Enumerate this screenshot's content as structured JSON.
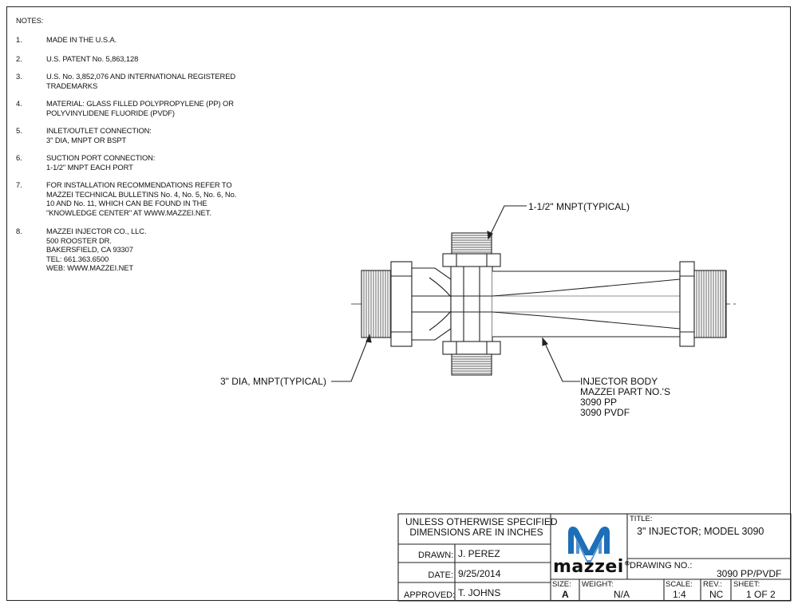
{
  "notes": {
    "title": "NOTES:",
    "items": [
      {
        "num": "1.",
        "lines": [
          "MADE IN THE U.S.A."
        ]
      },
      {
        "num": "2.",
        "lines": [
          "U.S. PATENT No. 5,863,128"
        ]
      },
      {
        "num": "3.",
        "lines": [
          "U.S. No. 3,852,076 AND INTERNATIONAL REGISTERED",
          "TRADEMARKS"
        ]
      },
      {
        "num": "4.",
        "lines": [
          "MATERIAL: GLASS FILLED POLYPROPYLENE (PP) OR",
          "POLYVINYLIDENE FLUORIDE (PVDF)"
        ]
      },
      {
        "num": "5.",
        "lines": [
          "INLET/OUTLET CONNECTION:",
          " 3\" DIA, MNPT OR BSPT"
        ]
      },
      {
        "num": "6.",
        "lines": [
          "SUCTION PORT CONNECTION:",
          "1-1/2\" MNPT EACH PORT"
        ]
      },
      {
        "num": "7.",
        "lines": [
          "FOR INSTALLATION RECOMMENDATIONS REFER TO",
          "MAZZEI TECHNICAL BULLETINS No. 4, No. 5, No. 6, No.",
          "10 AND No. 11, WHICH CAN BE FOUND IN THE",
          "\"KNOWLEDGE CENTER\" AT WWW.MAZZEI.NET."
        ]
      },
      {
        "num": "8.",
        "lines": [
          "MAZZEI INJECTOR CO., LLC.",
          "500 ROOSTER DR.",
          "BAKERSFIELD, CA 93307",
          "TEL: 661.363.6500",
          "WEB: WWW.MAZZEI.NET"
        ]
      }
    ]
  },
  "callouts": {
    "suction_port": "1-1/2\" MNPT(TYPICAL)",
    "inlet": "3\" DIA, MNPT(TYPICAL)",
    "body_lines": [
      "INJECTOR BODY",
      "MAZZEI PART NO.'S",
      "3090 PP",
      "3090 PVDF"
    ]
  },
  "title_block": {
    "tolerance_lines": [
      "UNLESS OTHERWISE SPECIFIED",
      "DIMENSIONS ARE IN INCHES"
    ],
    "drawn_label": "DRAWN:",
    "drawn_value": "J. PEREZ",
    "date_label": "DATE:",
    "date_value": "9/25/2014",
    "approved_label": "APPROVED:",
    "approved_value": "T. JOHNS",
    "logo_text": "mazzei",
    "logo_mark": "®",
    "title_label": "TITLE:",
    "title_value": "3\" INJECTOR; MODEL 3090",
    "drawing_no_label": "DRAWING NO.:",
    "drawing_no_value": "3090 PP/PVDF",
    "size_label": "SIZE:",
    "size_value": "A",
    "weight_label": "WEIGHT:",
    "weight_value": "N/A",
    "scale_label": "SCALE:",
    "scale_value": "1:4",
    "rev_label": "REV.:",
    "rev_value": "NC",
    "sheet_label": "SHEET:",
    "sheet_value": "1 OF 2"
  },
  "colors": {
    "line": "#222222",
    "logo_blue": "#1d6fb8"
  }
}
